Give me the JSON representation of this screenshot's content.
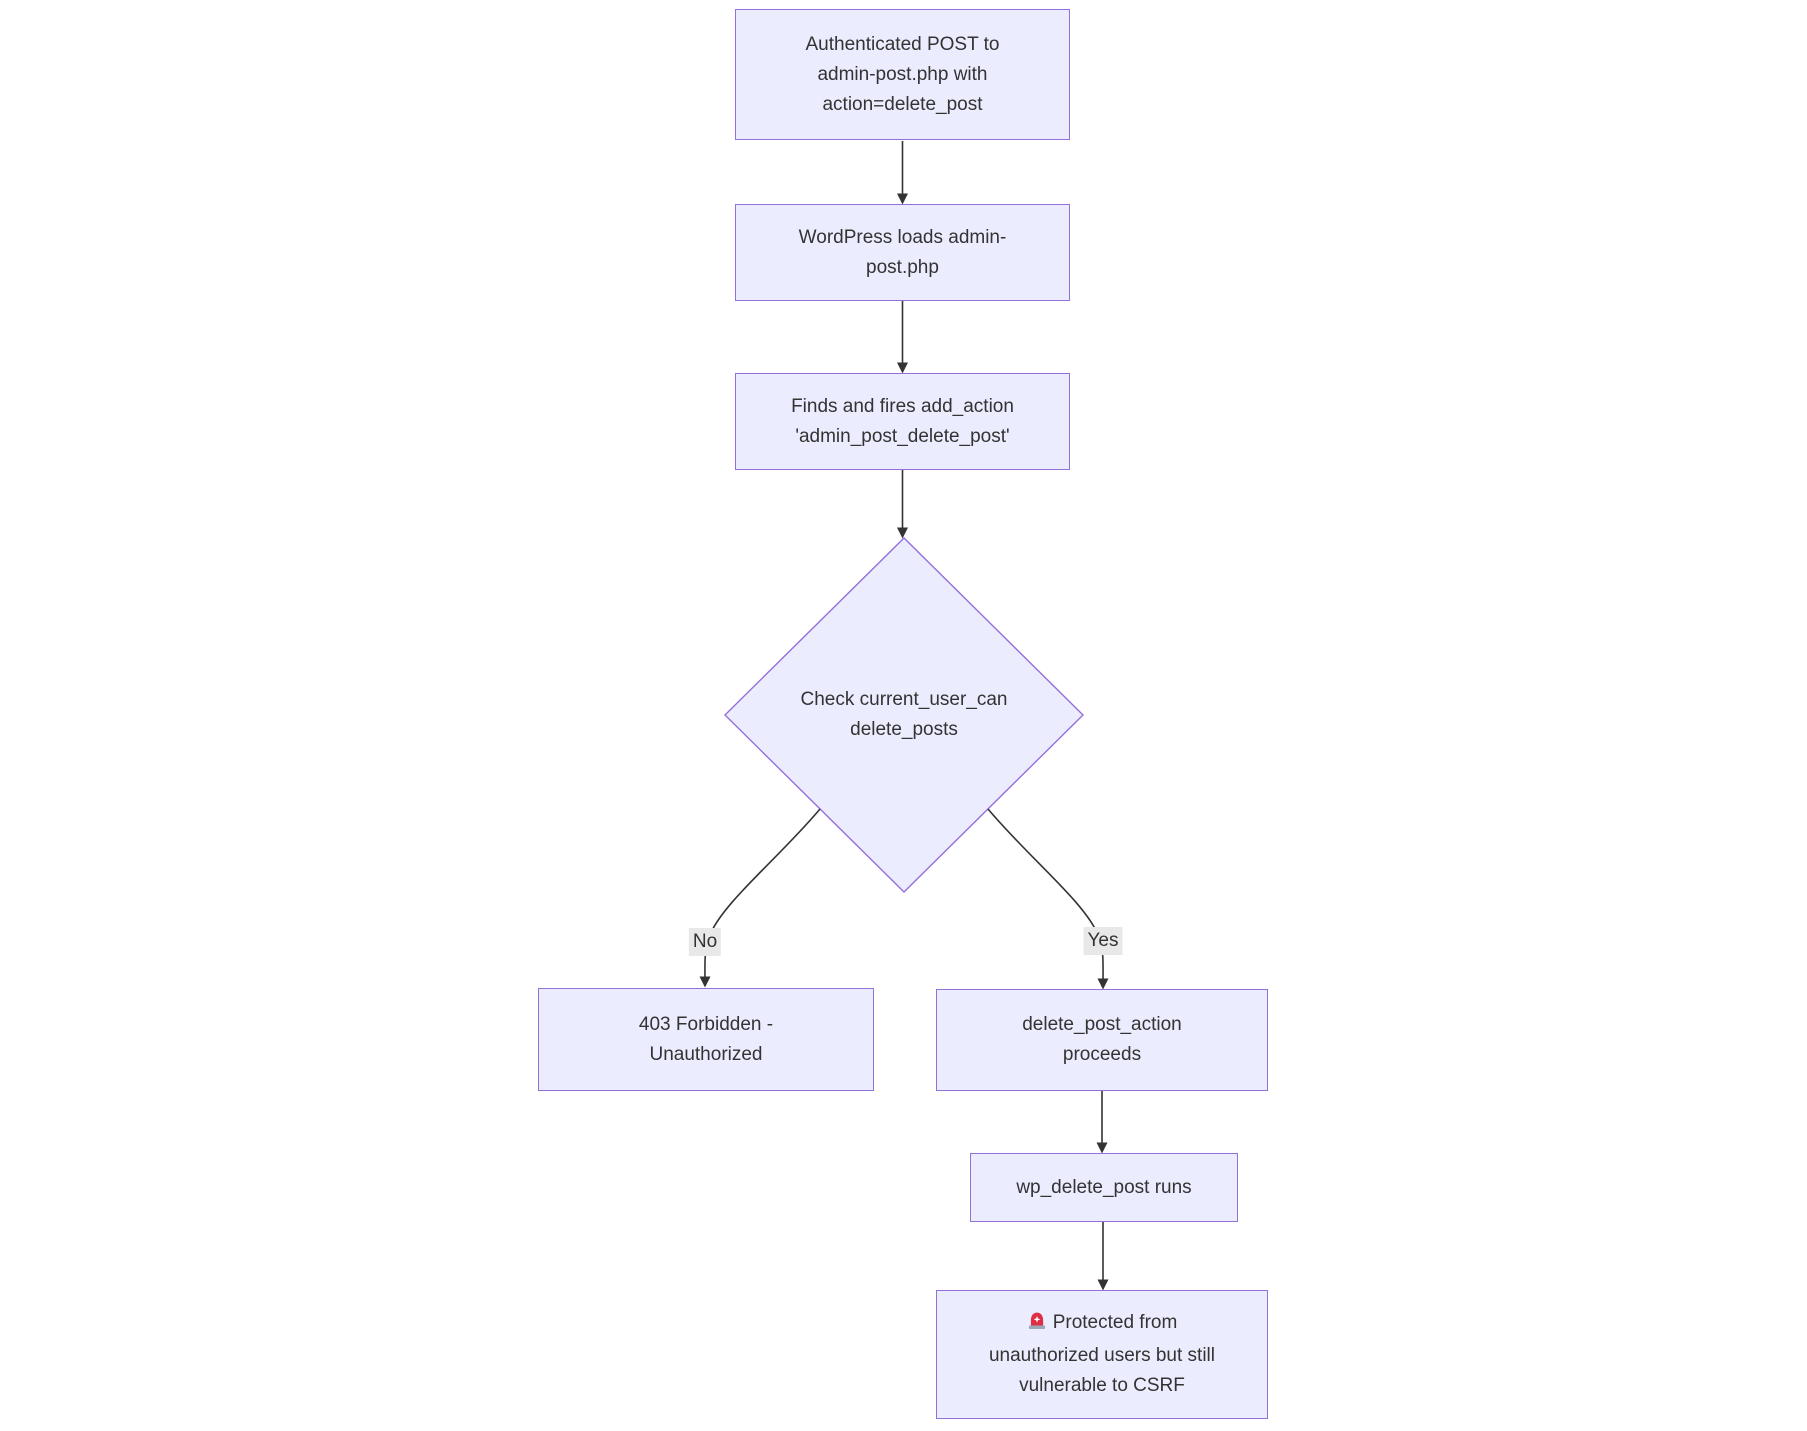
{
  "colors": {
    "background": "#ffffff",
    "node_fill": "#ECECFF",
    "node_border": "#9370DB",
    "edge": "#333333",
    "text": "#333333",
    "edge_label_bg": "#e8e8e8",
    "siren_red": "#DD2E44",
    "siren_base_gray": "#99AAB5"
  },
  "nodes": {
    "start": {
      "lines": [
        "Authenticated POST to",
        "admin-post.php with",
        "action=delete_post"
      ]
    },
    "load": {
      "lines": [
        "WordPress loads admin-",
        "post.php"
      ]
    },
    "fire": {
      "lines": [
        "Finds and fires add_action",
        "'admin_post_delete_post'"
      ]
    },
    "decision": {
      "lines": [
        "Check current_user_can",
        "delete_posts"
      ]
    },
    "forbidden": {
      "lines": [
        "403 Forbidden -",
        "Unauthorized"
      ]
    },
    "proceed": {
      "lines": [
        "delete_post_action",
        "proceeds"
      ]
    },
    "run": {
      "lines": [
        "wp_delete_post runs"
      ]
    },
    "result": {
      "icon": "🚨",
      "lines": [
        "Protected from",
        "unauthorized users but still",
        "vulnerable to CSRF"
      ]
    }
  },
  "edge_labels": {
    "no": "No",
    "yes": "Yes"
  }
}
